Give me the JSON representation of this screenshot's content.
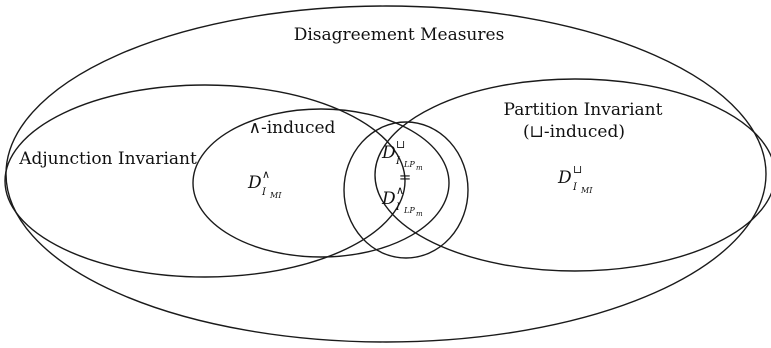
{
  "title": "Disagreement Measures",
  "regions": {
    "adjunction_invariant": "Adjunction Invariant",
    "and_induced": "∧-induced",
    "partition_invariant_line1": "Partition Invariant",
    "partition_invariant_line2": "(⊔-induced)"
  },
  "symbols": {
    "left": {
      "base": "D",
      "sup": "∧",
      "sub": "I",
      "subsub": "MI"
    },
    "right": {
      "base": "D",
      "sup": "⊔",
      "sub": "I",
      "subsub": "MI"
    },
    "center_top": {
      "base": "D",
      "sup": "⊔",
      "sub": "I",
      "subsub": "LP",
      "subsubsub": "m"
    },
    "center_eq": "=",
    "center_bottom": {
      "base": "D",
      "sup": "∧",
      "sub": "I",
      "subsub": "LP",
      "subsubsub": "m"
    }
  },
  "colors": {
    "stroke": "#1a1a1a",
    "text": "#111111",
    "background": "#ffffff"
  }
}
